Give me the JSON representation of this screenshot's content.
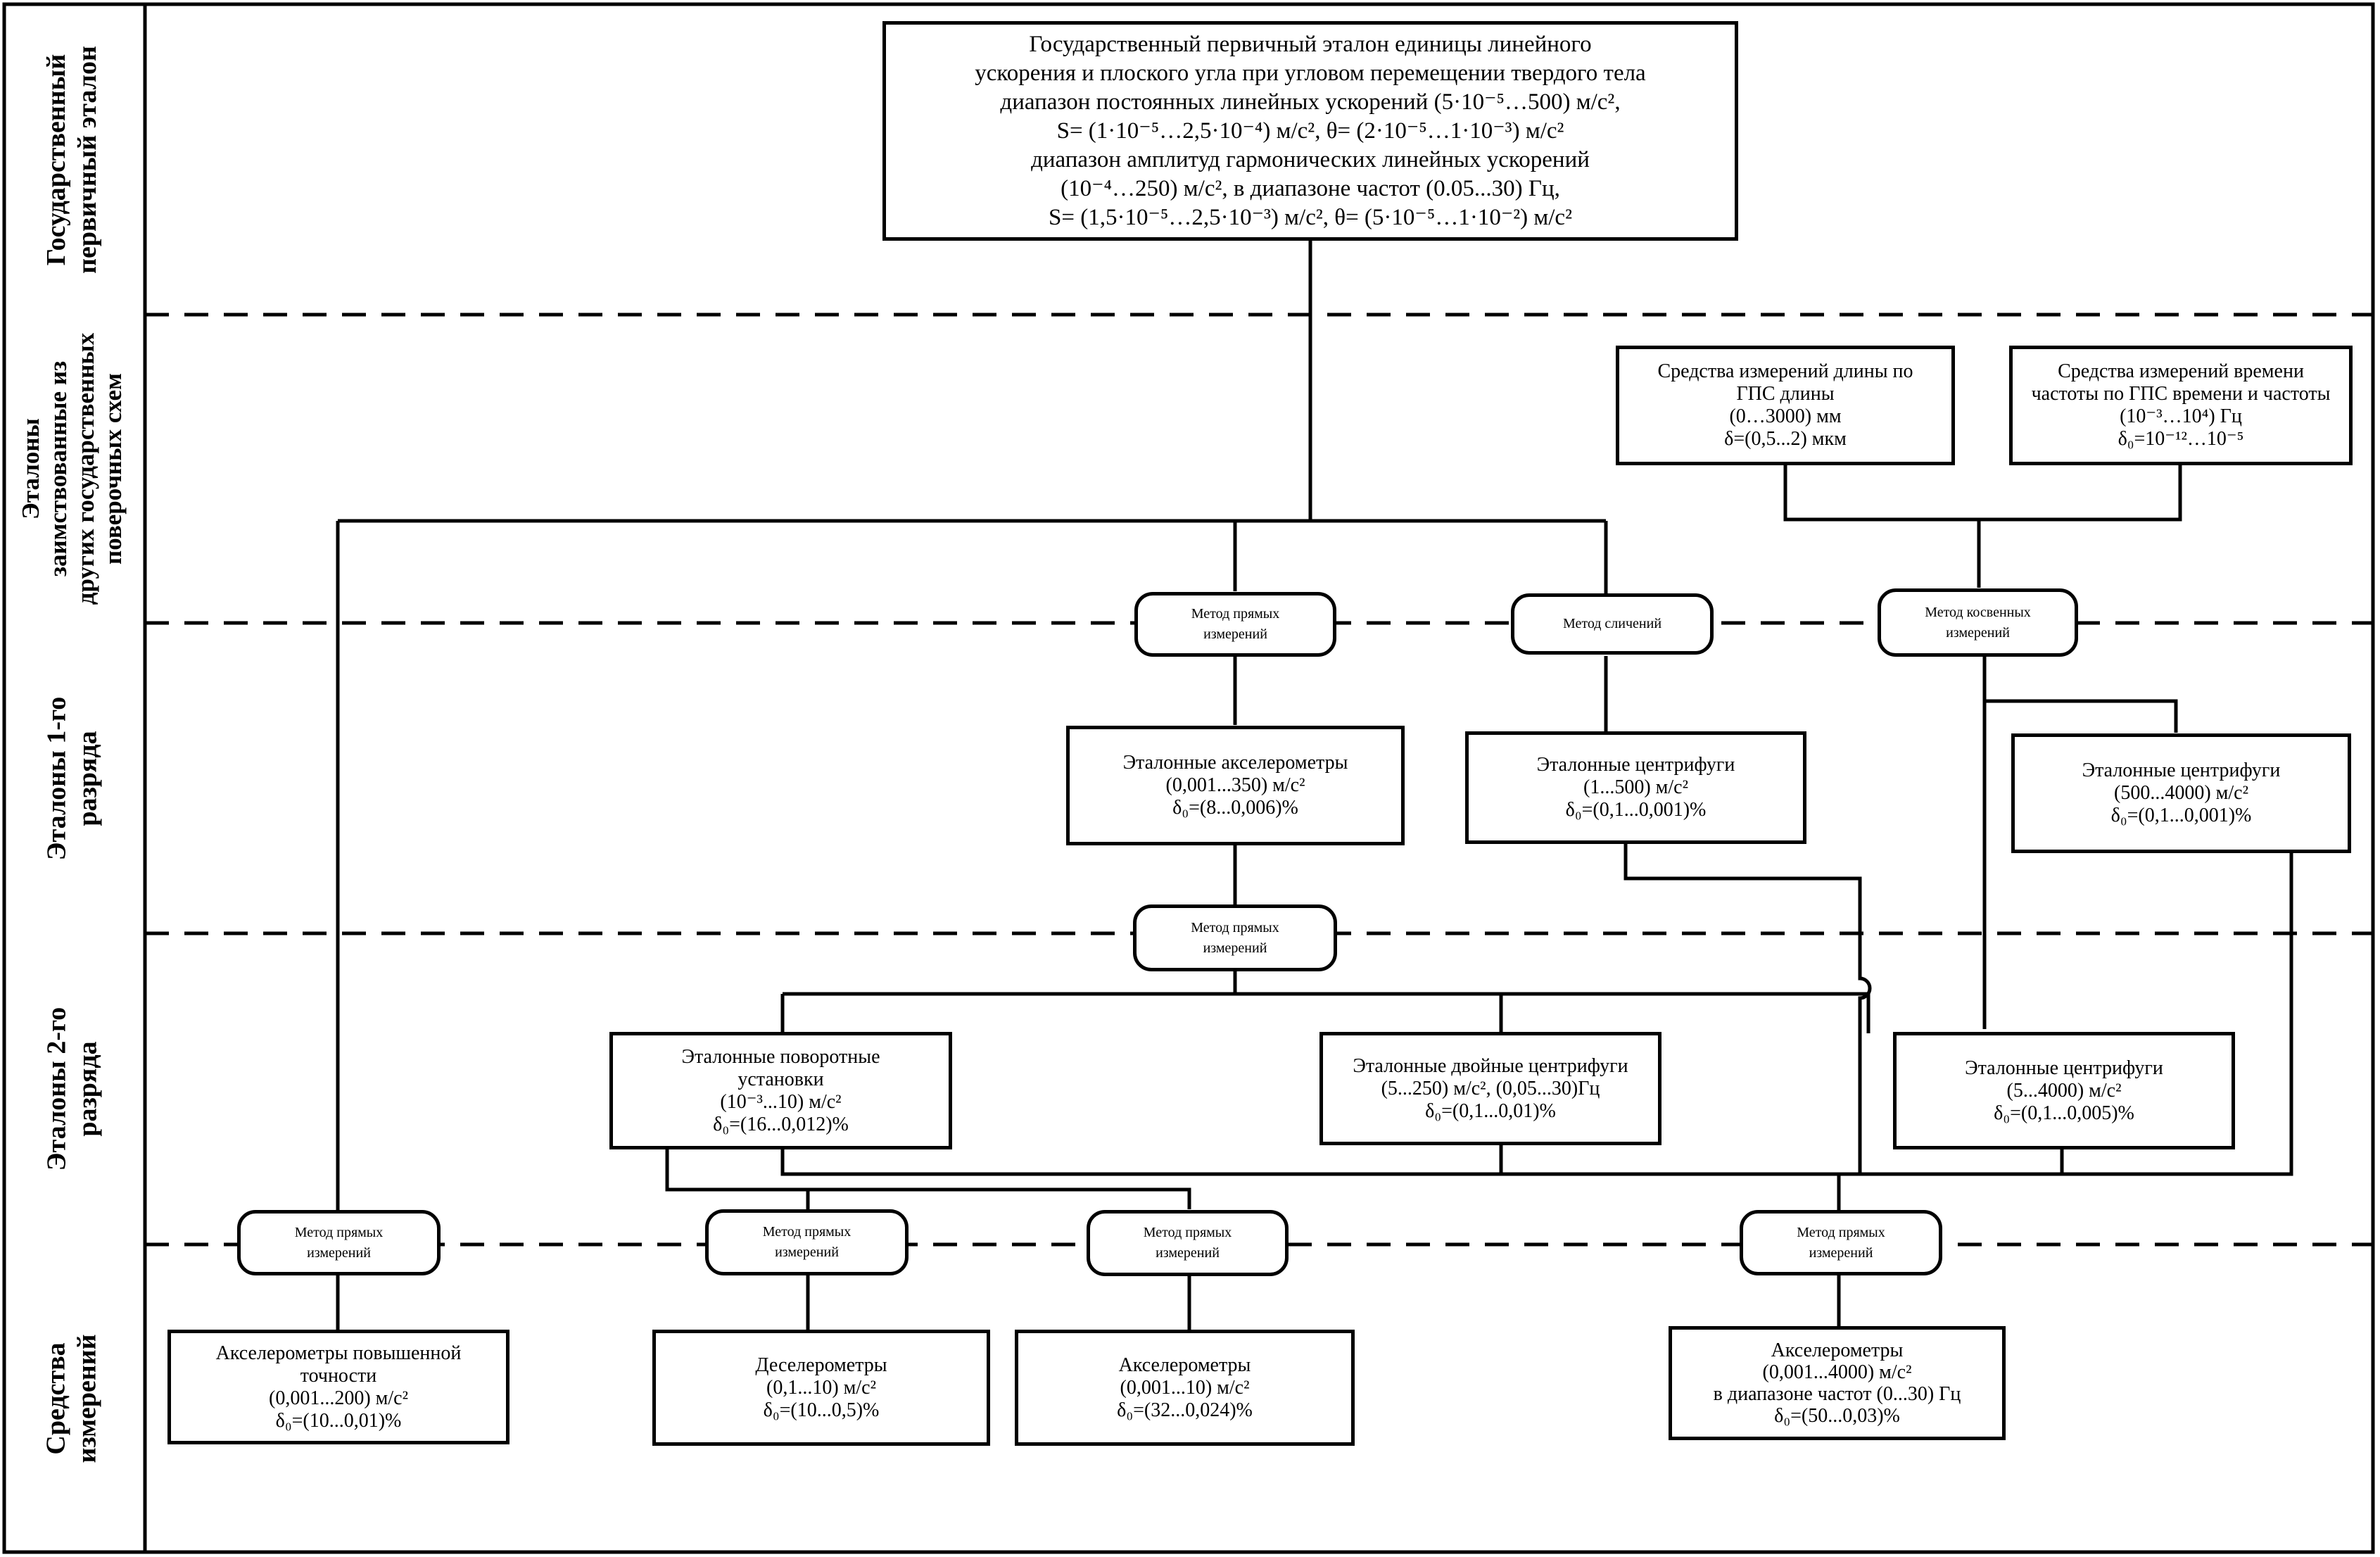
{
  "rows": {
    "state_primary": [
      "Государственный",
      "первичный эталон"
    ],
    "borrowed": [
      "Эталоны",
      "заимствованные из",
      "других государственных",
      "поверочных схем"
    ],
    "first_rank": [
      "Эталоны 1-го",
      "разряда"
    ],
    "second_rank": [
      "Эталоны 2-го",
      "разряда"
    ],
    "instruments": [
      "Средства",
      "измерений"
    ]
  },
  "nodes": {
    "primary_standard": [
      "Государственный первичный эталон единицы линейного",
      "ускорения и плоского угла при угловом перемещении твердого тела",
      "диапазон постоянных линейных ускорений (5·10⁻⁵…500) м/с²,",
      "S= (1·10⁻⁵…2,5·10⁻⁴) м/с², θ= (2·10⁻⁵…1·10⁻³) м/с²",
      "диапазон амплитуд гармонических линейных ускорений",
      "(10⁻⁴…250) м/с², в диапазоне частот (0.05...30) Гц,",
      "S= (1,5·10⁻⁵…2,5·10⁻³) м/с², θ= (5·10⁻⁵…1·10⁻²) м/с²"
    ],
    "length_instruments": [
      "Средства измерений длины по",
      "ГПС длины",
      "(0…3000) мм",
      "δ=(0,5...2) мкм"
    ],
    "time_instruments": [
      "Средства измерений времени",
      "частоты по ГПС времени и частоты",
      "(10⁻³…10⁴) Гц",
      "δ₀=10⁻¹²…10⁻⁵"
    ],
    "ref_accelerometers": [
      "Эталонные акселерометры",
      "(0,001...350) м/с²",
      "δ₀=(8...0,006)%"
    ],
    "ref_centrifuges_1": [
      "Эталонные центрифуги",
      "(1...500) м/с²",
      "δ₀=(0,1...0,001)%"
    ],
    "ref_centrifuges_2": [
      "Эталонные центрифуги",
      "(500...4000) м/с²",
      "δ₀=(0,1...0,001)%"
    ],
    "rotary_units": [
      "Эталонные поворотные",
      "установки",
      "(10⁻³...10) м/с²",
      "δ₀=(16...0,012)%"
    ],
    "double_centrifuges": [
      "Эталонные двойные центрифуги",
      "(5...250) м/с², (0,05...30)Гц",
      "δ₀=(0,1...0,01)%"
    ],
    "ref_centrifuges_3": [
      "Эталонные центрифуги",
      "(5...4000) м/с²",
      "δ₀=(0,1...0,005)%"
    ],
    "hp_accelerometers": [
      "Акселерометры повышенной",
      "точности",
      "(0,001...200) м/с²",
      "δ₀=(10...0,01)%"
    ],
    "decelerometers": [
      "Деселерометры",
      "(0,1...10) м/с²",
      "δ₀=(10...0,5)%"
    ],
    "accelerometers_a": [
      "Акселерометры",
      "(0,001...10) м/с²",
      "δ₀=(32...0,024)%"
    ],
    "accelerometers_b": [
      "Акселерометры",
      "(0,001...4000) м/с²",
      "в диапазоне частот (0...30) Гц",
      "δ₀=(50...0,03)%"
    ]
  },
  "methods": {
    "direct_top": [
      "Метод прямых",
      "измерений"
    ],
    "comparison": [
      "Метод сличений"
    ],
    "indirect": [
      "Метод косвенных",
      "измерений"
    ],
    "direct_mid": [
      "Метод прямых",
      "измерений"
    ],
    "direct_low_1": [
      "Метод прямых",
      "измерений"
    ],
    "direct_low_2": [
      "Метод прямых",
      "измерений"
    ],
    "direct_low_3": [
      "Метод прямых",
      "измерений"
    ],
    "direct_low_4": [
      "Метод прямых",
      "измерений"
    ]
  },
  "colors": {
    "line": "#000000",
    "background": "#ffffff"
  }
}
